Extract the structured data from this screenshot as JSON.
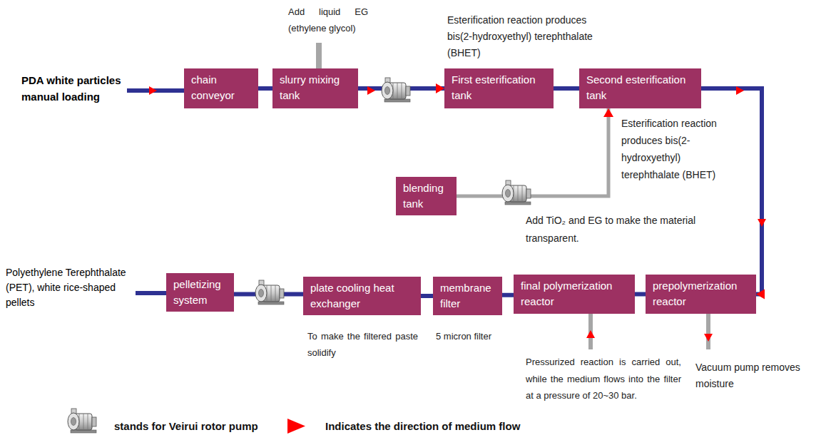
{
  "diagram": {
    "nodes": [
      {
        "text": [
          "chain conveyor"
        ]
      },
      {
        "text": [
          "slurry mixing tank"
        ]
      },
      {
        "text": [
          "First esterification tank"
        ]
      },
      {
        "text": [
          "Second esterification tank"
        ]
      },
      {
        "text": [
          "blending tank"
        ]
      },
      {
        "text": [
          "pelletizing system"
        ]
      },
      {
        "text": [
          "plate cooling heat exchanger"
        ]
      },
      {
        "text": [
          "membrane filter"
        ]
      },
      {
        "text": [
          "final polymerization reactor"
        ]
      },
      {
        "text": [
          "prepolymerization reactor"
        ]
      }
    ],
    "edges": [
      {
        "from": 0,
        "to": 1,
        "arrow": "none"
      },
      {
        "from": 1,
        "to": 2,
        "arrow": "to"
      },
      {
        "from": 2,
        "to": 3,
        "arrow": "none"
      },
      {
        "from": 3,
        "to": 9,
        "arrow": "to"
      },
      {
        "from": 9,
        "to": 8,
        "arrow": "none"
      },
      {
        "from": 8,
        "to": 7,
        "arrow": "none"
      },
      {
        "from": 7,
        "to": 6,
        "arrow": "none"
      },
      {
        "from": 6,
        "to": 5,
        "arrow": "none"
      },
      {
        "from": 4,
        "to": 3,
        "arrow": "to"
      }
    ],
    "labels": [
      "PDA white particles manual loading",
      "Add liquid EG (ethylene glycol)",
      "Esterification reaction produces bis(2-hydroxyethyl) terephthalate (BHET)",
      "Esterification reaction produces bis(2-hydroxyethyl) terephthalate (BHET)",
      "Add TiO₂ and EG to make the material transparent.",
      "Polyethylene Terephthalate (PET), white rice-shaped pellets",
      "To make the filtered paste solidify",
      "5 micron filter",
      "Pressurized reaction is carried out, while the medium flows into the filter at a pressure of 20~30 bar.",
      "Vacuum pump removes moisture"
    ],
    "legend": [
      {
        "text": "stands for Veirui rotor pump"
      },
      {
        "text": "Indicates the direction of medium flow"
      }
    ]
  }
}
